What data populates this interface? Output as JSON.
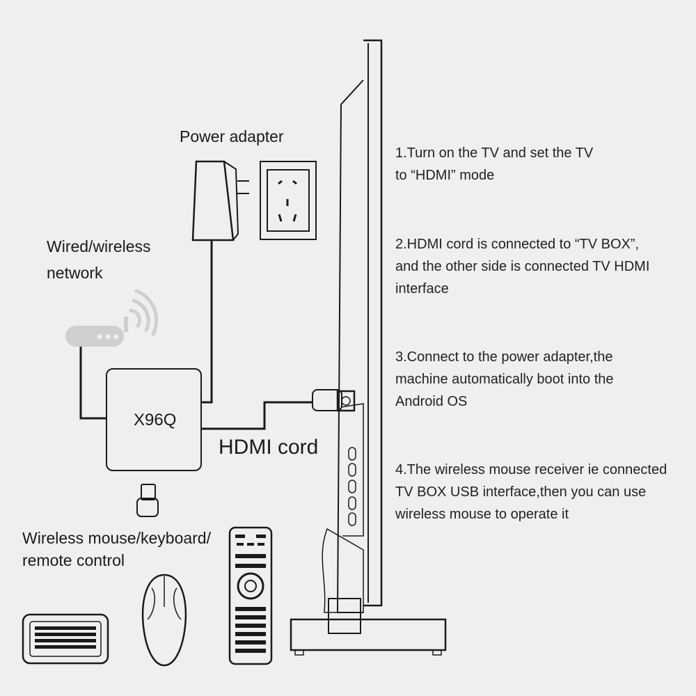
{
  "labels": {
    "power_adapter": "Power adapter",
    "network_line1": "Wired/wireless",
    "network_line2": "network",
    "box_name": "X96Q",
    "hdmi_cord": "HDMI cord",
    "input_line1": "Wireless mouse/keyboard/",
    "input_line2": "remote control"
  },
  "steps": [
    {
      "lines": [
        "1.Turn on the TV and set the TV",
        "to “HDMI” mode"
      ]
    },
    {
      "lines": [
        "2.HDMI cord is connected to “TV BOX”,",
        "and the other side is connected TV HDMI",
        "interface"
      ]
    },
    {
      "lines": [
        "3.Connect to the power adapter,the",
        "machine automatically boot into the",
        "Android OS"
      ]
    },
    {
      "lines": [
        "4.The wireless mouse receiver ie connected",
        "TV BOX USB interface,then you can use",
        "wireless mouse to operate it"
      ]
    }
  ],
  "colors": {
    "background": "#efefef",
    "line": "#1a1a1a",
    "router": "#cfcfcf"
  }
}
